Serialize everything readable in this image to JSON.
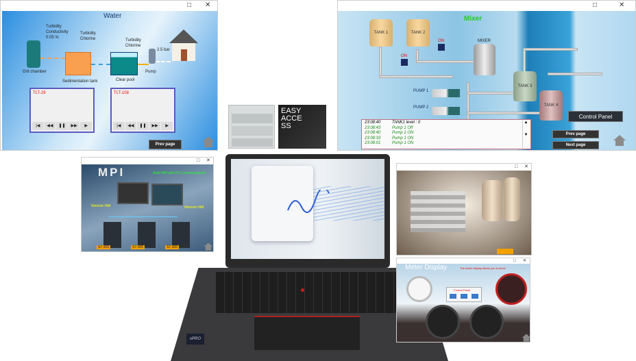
{
  "water": {
    "title": "Water",
    "labels": {
      "turbidity": "Turbidity",
      "conductivity": "Conductivity",
      "conductivity_value": "0.05 %",
      "chlorine": "Chlorine",
      "grit": "Grit chamber",
      "sed": "Sedimentation tank",
      "pool": "Clear pool",
      "pump": "Pump",
      "pressure": "2.5 bar"
    },
    "trend1": "TLT-29",
    "trend2": "TLT-108",
    "controls": [
      "|◀",
      "◀◀",
      "❚❚",
      "▶▶",
      "▶"
    ],
    "prev": "Prev page"
  },
  "mixer": {
    "title": "Mixer",
    "tank1": "TANK 1",
    "tank2": "TANK 2",
    "tank3": "TANK 3",
    "tank4": "TANK 4",
    "mixer": "MIXER",
    "pump1": "PUMP 1",
    "pump2": "PUMP 2",
    "valve_on": "ON",
    "control_panel": "Control Panel",
    "prev": "Prev page",
    "next": "Next page",
    "log": [
      {
        "time": "23:08:40",
        "msg": "TANK1 level : 0"
      },
      {
        "time": "23:08:43",
        "msg": "Pump 1 Off"
      },
      {
        "time": "23:08:40",
        "msg": "Pump 1 ON"
      },
      {
        "time": "23:08:33",
        "msg": "Pump 1 ON"
      },
      {
        "time": "23:08:01",
        "msg": "Pump 1 ON"
      }
    ]
  },
  "easy_access": {
    "title": "EASY ACCESS"
  },
  "mpi": {
    "title": "MPI",
    "subtitle": "Multi HMI with PLC communication",
    "hmi1": "Weintek HMI",
    "hmi2": "Weintek HMI",
    "plcs": [
      "S7-300",
      "S7-300",
      "S7-300"
    ]
  },
  "meter": {
    "title": "Meter Display",
    "note": "The meter display allows you to show",
    "panel": "Control Panel"
  },
  "laptop": {
    "badge": "vPRO"
  },
  "colors": {
    "mixer_title": "#22cc22",
    "water_bg": "#3a9ee6",
    "trend_red": "#e00000"
  }
}
